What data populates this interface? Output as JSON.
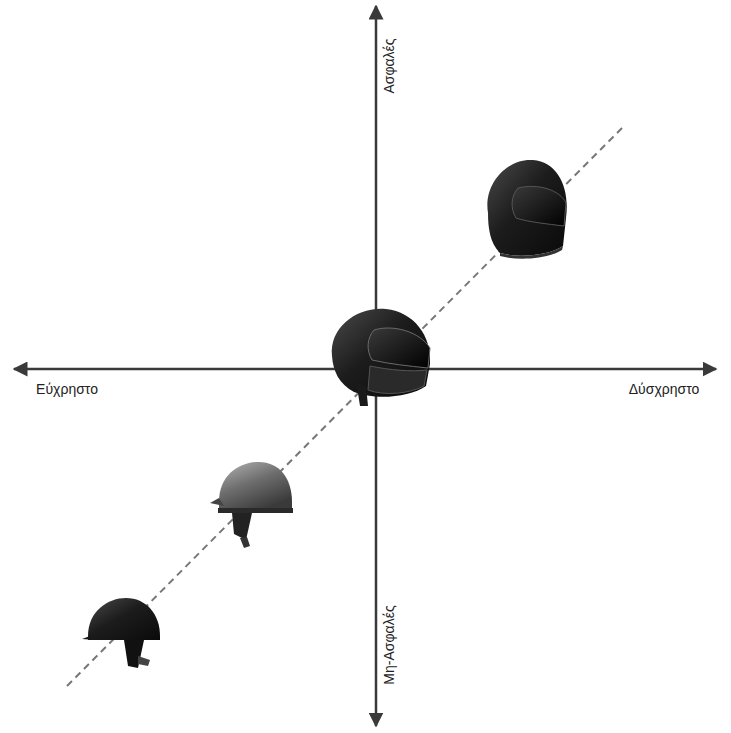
{
  "diagram": {
    "labels": [
      "Ασφαλές",
      "Εύχρηστο",
      "Δύσχρηστο",
      "Μη-Ασφαλές"
    ]
  }
}
